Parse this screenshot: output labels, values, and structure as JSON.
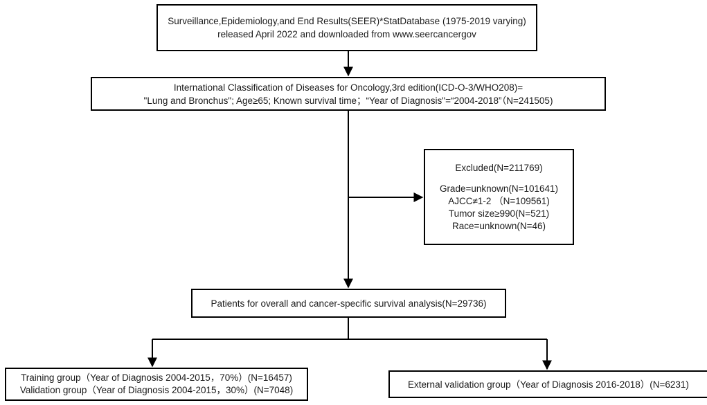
{
  "boxes": {
    "source": {
      "line1": "Surveillance,Epidemiology,and End Results(SEER)*StatDatabase (1975-2019 varying)",
      "line2": "released April 2022 and downloaded from www.seercancergov"
    },
    "criteria": {
      "line1": "International Classification of Diseases for Oncology,3rd edition(ICD-O-3/WHO208)=",
      "line2": "\"Lung and Bronchus\"; Age≥65; Known survival time；“Year of Diagnosis\"=“2004-2018”（N=241505)"
    },
    "excluded": {
      "title": "Excluded(N=211769)",
      "items": [
        "Grade=unknown(N=101641)",
        "AJCC≠1-2 （N=109561)",
        "Tumor size≥990(N=521)",
        "Race=unknown(N=46)"
      ]
    },
    "patients": {
      "line1": "Patients for overall and cancer-specific survival analysis(N=29736)"
    },
    "training": {
      "line1": "Training group（Year of Diagnosis 2004-2015，70%）(N=16457)",
      "line2": "Validation group（Year of Diagnosis 2004-2015，30%）(N=7048)"
    },
    "external": {
      "line1": "External validation group（Year of Diagnosis 2016-2018）(N=6231)"
    }
  },
  "colors": {
    "stroke": "#000000",
    "text": "#1a1a1a",
    "background": "#ffffff"
  }
}
